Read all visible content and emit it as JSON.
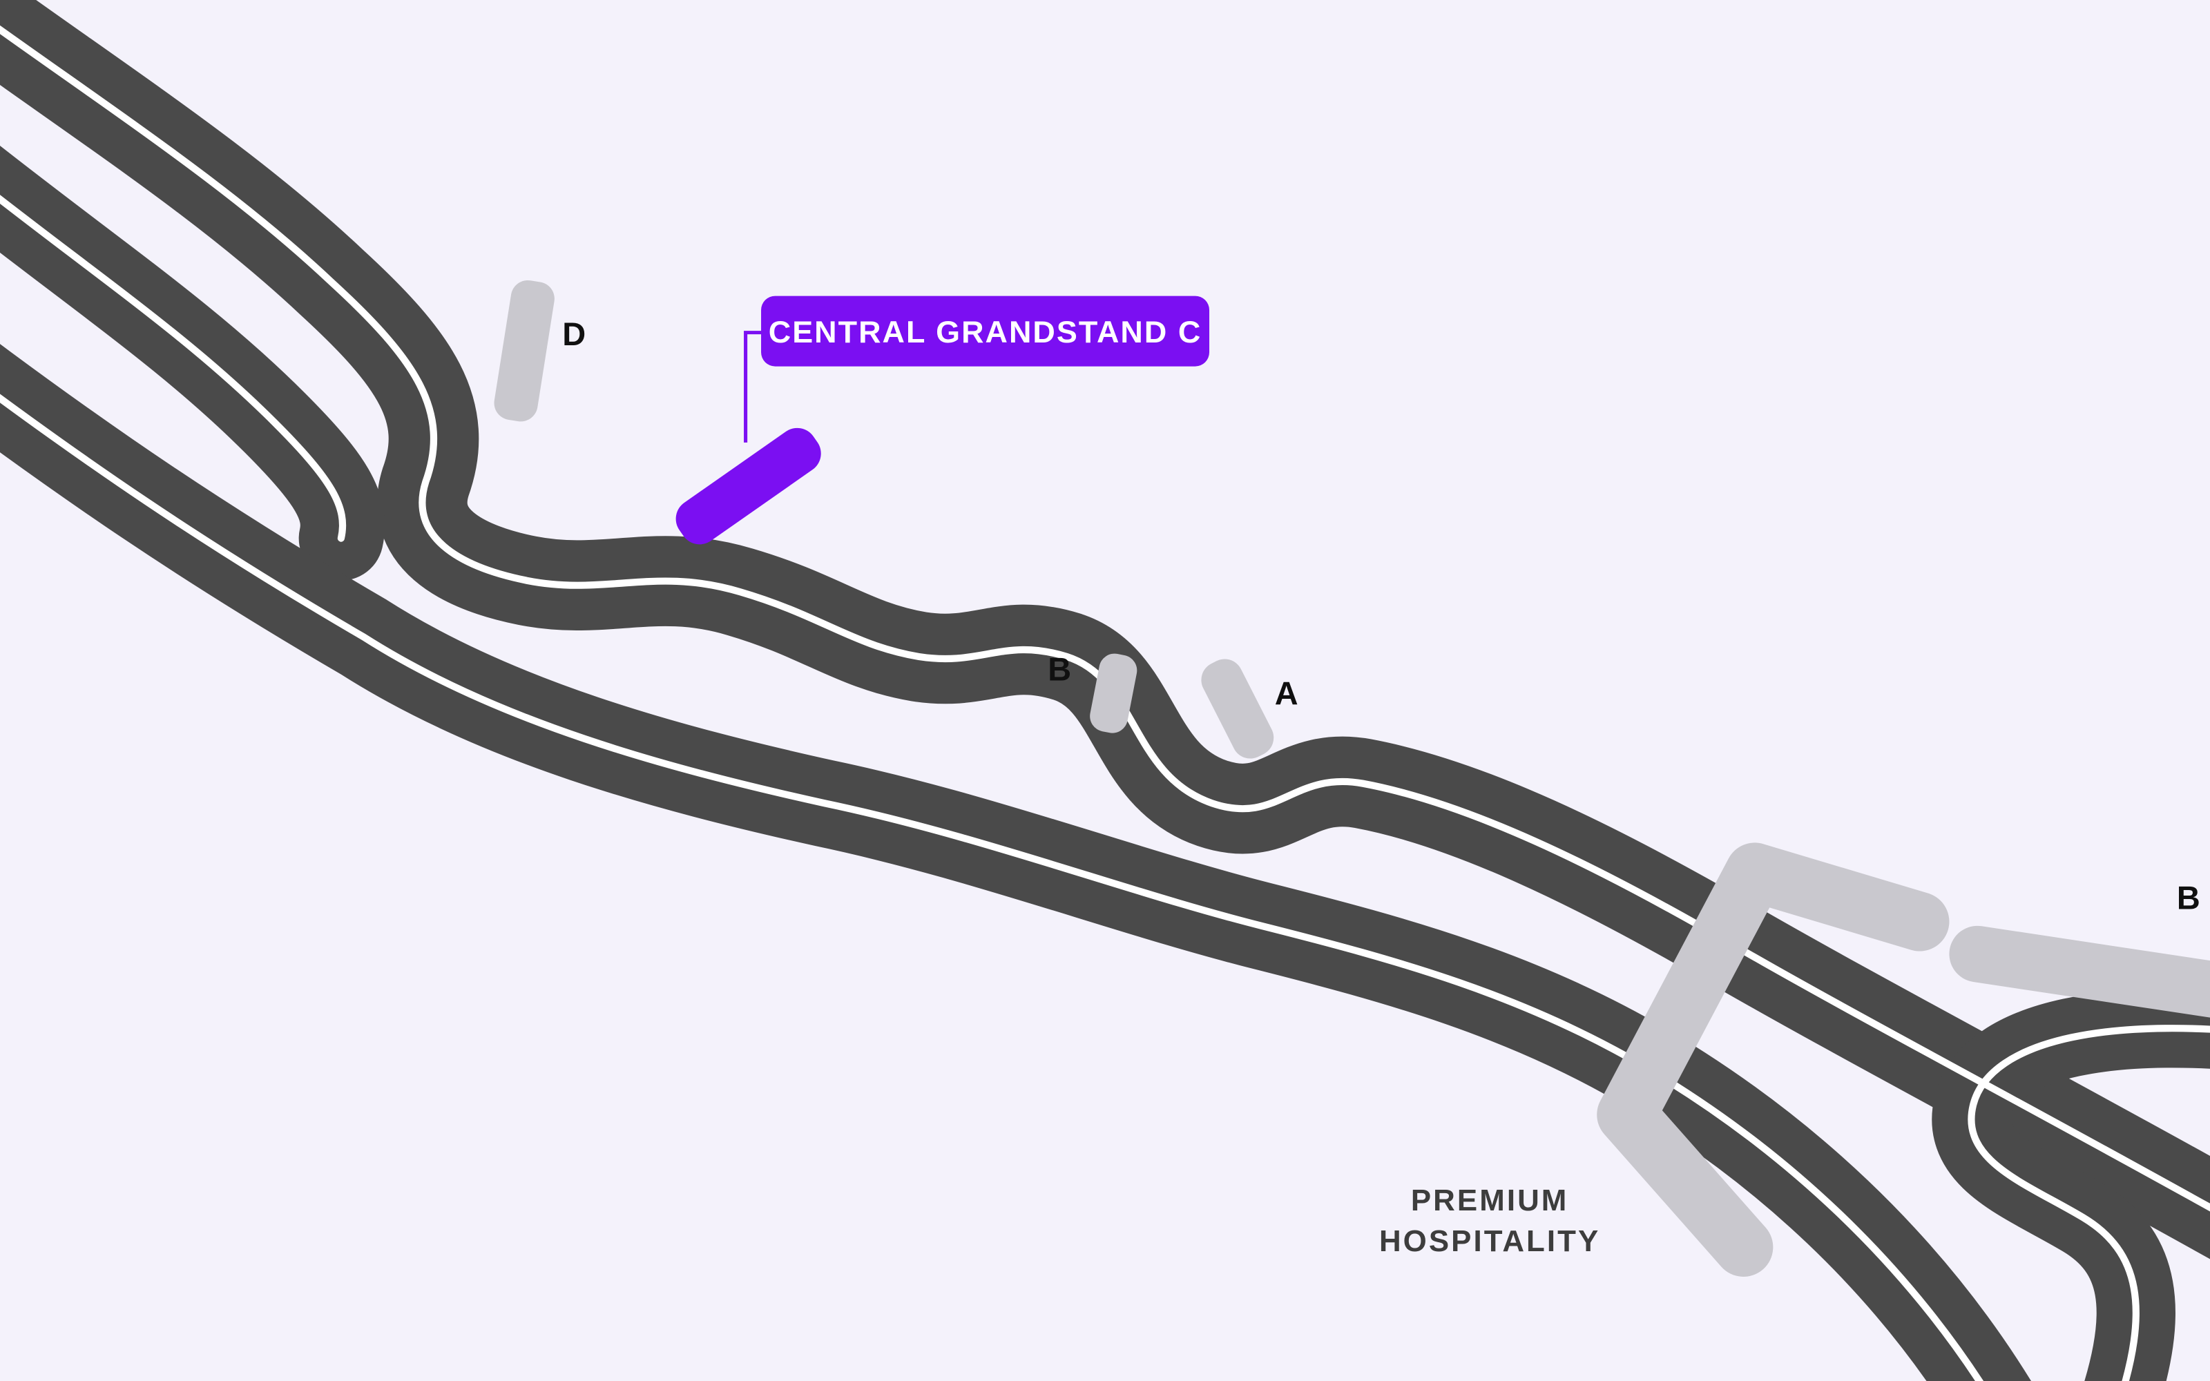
{
  "theme": {
    "background_color": "#f4f2fb",
    "track_color": "#4a4a4a",
    "centerline_color": "#ffffff",
    "stand_color": "#c9c8ce",
    "accent_color": "#7b0ff2",
    "label_color": "#101010",
    "hospitality_text_color": "#3d3d3d"
  },
  "callout": {
    "label": "CENTRAL GRANDSTAND C"
  },
  "grandstands": {
    "d": {
      "label": "D"
    },
    "b_infield": {
      "label": "B"
    },
    "a": {
      "label": "A"
    },
    "b_main": {
      "label": "B"
    }
  },
  "hospitality": {
    "line1": "PREMIUM",
    "line2": "HOSPITALITY"
  }
}
